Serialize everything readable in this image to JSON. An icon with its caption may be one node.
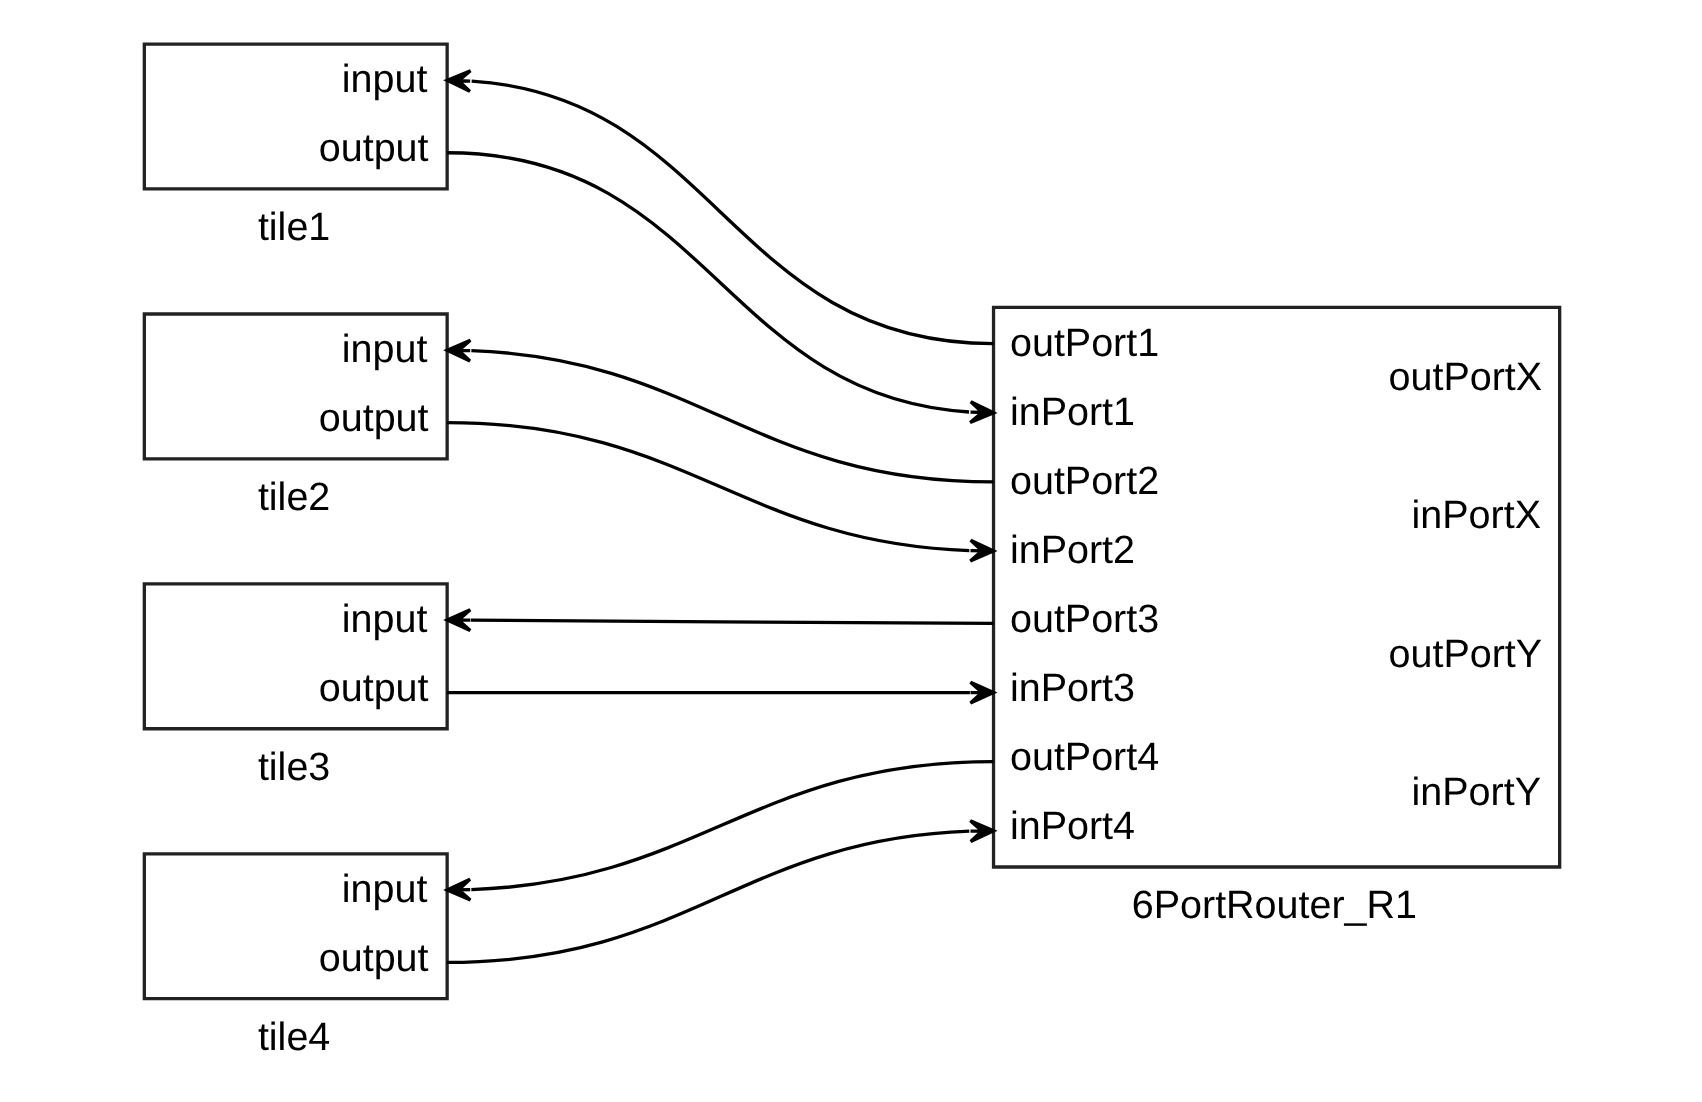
{
  "diagram": {
    "nodes": [
      {
        "text": [
          "input",
          "output"
        ],
        "beside": [
          "tile1"
        ]
      },
      {
        "text": [
          "input",
          "output"
        ],
        "beside": [
          "tile2"
        ]
      },
      {
        "text": [
          "input",
          "output"
        ],
        "beside": [
          "tile3"
        ]
      },
      {
        "text": [
          "input",
          "output"
        ],
        "beside": [
          "tile4"
        ]
      },
      {
        "text": [
          "outPort1",
          "inPort1",
          "outPort2",
          "inPort2",
          "outPort3",
          "inPort3",
          "outPort4",
          "inPort4",
          "outPortX",
          "inPortX",
          "outPortY",
          "inPortY"
        ],
        "beside": [
          "6PortRouter_R1"
        ]
      }
    ],
    "edges": [
      {
        "from": 4,
        "to": 0,
        "arrow": "to"
      },
      {
        "from": 0,
        "to": 4,
        "arrow": "to"
      },
      {
        "from": 4,
        "to": 1,
        "arrow": "to"
      },
      {
        "from": 1,
        "to": 4,
        "arrow": "to"
      },
      {
        "from": 4,
        "to": 2,
        "arrow": "to"
      },
      {
        "from": 2,
        "to": 4,
        "arrow": "to"
      },
      {
        "from": 4,
        "to": 3,
        "arrow": "to"
      },
      {
        "from": 3,
        "to": 4,
        "arrow": "to"
      }
    ]
  }
}
